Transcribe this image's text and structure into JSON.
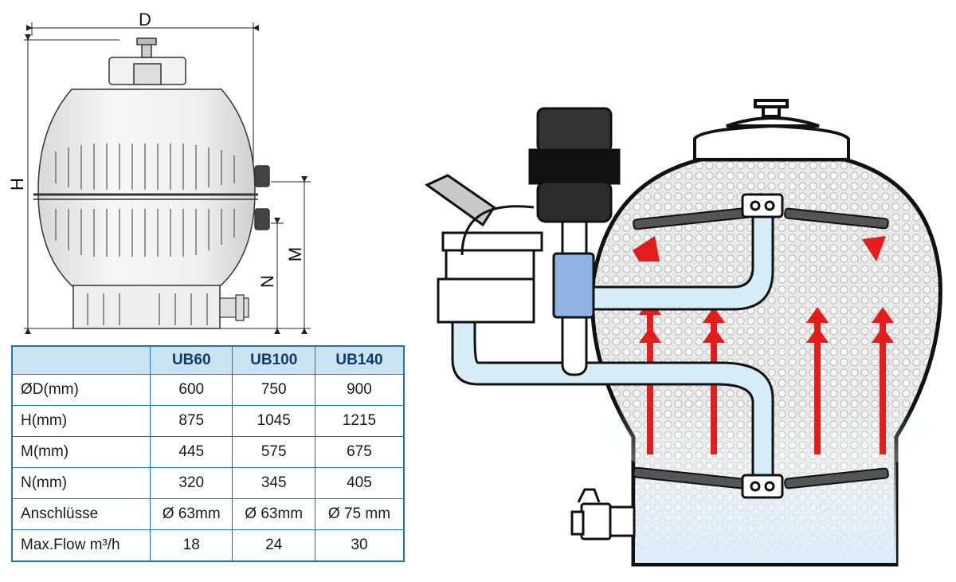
{
  "dimensions": {
    "d": "D",
    "h": "H",
    "m": "M",
    "n": "N"
  },
  "table": {
    "columns": [
      "UB60",
      "UB100",
      "UB140"
    ],
    "rows": [
      {
        "label": "ØD(mm)",
        "values": [
          "600",
          "750",
          "900"
        ]
      },
      {
        "label": "H(mm)",
        "values": [
          "875",
          "1045",
          "1215"
        ]
      },
      {
        "label": "M(mm)",
        "values": [
          "445",
          "575",
          "675"
        ]
      },
      {
        "label": "N(mm)",
        "values": [
          "320",
          "345",
          "405"
        ]
      },
      {
        "label": "Anschlüsse",
        "values": [
          "Ø 63mm",
          "Ø 63mm",
          "Ø 75 mm"
        ]
      },
      {
        "label": "Max.Flow m³/h",
        "values": [
          "18",
          "24",
          "30"
        ]
      }
    ]
  },
  "colors": {
    "table_border": "#1b78a7",
    "table_header_bg": "#c9e3f1",
    "table_header_text": "#0f3a6b",
    "flow_arrow": "#e41c1c",
    "pipe_fill": "#d6ecf7",
    "valve_blue": "#8fb3e3"
  }
}
